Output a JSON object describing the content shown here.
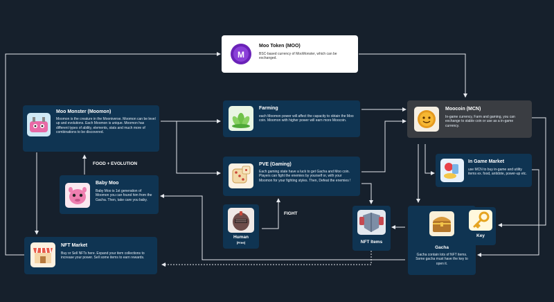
{
  "nodes": {
    "moo_token": {
      "title": "Moo Token (MOO)",
      "desc": "BSC-based currency of MooMonster, which can be exchanged."
    },
    "moo_monster": {
      "title": "Moo Monster (Moomon)",
      "desc": "Moomon is the creature in the Mooniverse. Moomon can be level up and evolutions. Each Moomon is unique. Moomon has different types of ability, elements, stats and much more of combinations to be discovered."
    },
    "farming": {
      "title": "Farming",
      "desc": "each Moomon power will affect the capacity to obtain the Moo coin. Moomon with higher power will earn more Moocoin."
    },
    "moocoin": {
      "title": "Moocoin (MCN)",
      "desc": "In-game currency, Farm and gaming, you can exchange to stable coin or use as a in-game currency."
    },
    "in_game_market": {
      "title": "In Game Market",
      "desc": "use MCN to buy in-game and utility items ex. food, antidote, power-up etc."
    },
    "pve": {
      "title": "PVE (Gaming)",
      "desc": "Each gaming state have a luck to get Gacha and Moo coin. Players can fight the enemies by yourself or, with your Moomon for your fighting styles. Then, Defeat the enemies !"
    },
    "baby_moo": {
      "title": "Baby Moo",
      "desc": "Baby Moo is 1st generation of Moomon you can found him from the Gacha. Then, take care you baby."
    },
    "human": {
      "title": "Human",
      "sub": "(Free)"
    },
    "nft_items": {
      "title": "NFT Items"
    },
    "gacha": {
      "title": "Gacha",
      "desc": "Gacha contain lots of NFT items. Some gacha must have the key to open it."
    },
    "key": {
      "title": "Key"
    },
    "nft_market": {
      "title": "NFT Market",
      "desc": "Buy or Sell NFTs here. Expand your item collections to increase your power. Sell some items to earn rewards."
    }
  },
  "labels": {
    "food_evolution": "FOOD + EVOLUTION",
    "fight": "FIGHT"
  },
  "colors": {
    "background": "#16202c",
    "card": "#0f3452",
    "moo_token_card": "#ffffff",
    "moocoin_card": "#3a3d42",
    "arrow": "#e6e9ee"
  },
  "icons": {
    "moo_token": "moo-logo-icon",
    "moo_monster": "moomon-creature-icon",
    "farming": "lotus-icon",
    "moocoin": "coin-icon",
    "in_game_market": "food-items-icon",
    "pve": "dice-icon",
    "baby_moo": "baby-moo-icon",
    "human": "human-helmet-icon",
    "nft_items": "armor-icon",
    "gacha": "treasure-chest-icon",
    "key": "key-icon",
    "nft_market": "market-stall-icon"
  }
}
